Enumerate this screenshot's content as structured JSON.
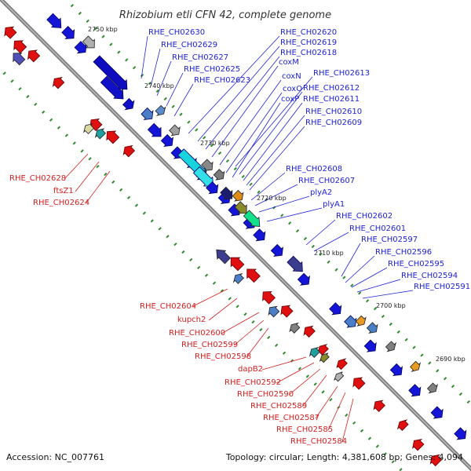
{
  "title": "Rhizobium etli CFN 42, complete genome",
  "footer": {
    "accession": "Accession: NC_007761",
    "summary": "Topology: circular; Length: 4,381,608 bp; Genes: 4,094"
  },
  "ticks": [
    "2750 kbp",
    "2740 kbp",
    "2730 kbp",
    "2720 kbp",
    "2710 kbp",
    "2700 kbp",
    "2690 kbp"
  ],
  "forward_labels": [
    "RHE_CH02630",
    "RHE_CH02629",
    "RHE_CH02627",
    "RHE_CH02625",
    "RHE_CH02623",
    "RHE_CH02620",
    "RHE_CH02619",
    "RHE_CH02618",
    "coxM",
    "coxN",
    "coxO",
    "coxP",
    "RHE_CH02613",
    "RHE_CH02612",
    "RHE_CH02611",
    "RHE_CH02610",
    "RHE_CH02609",
    "RHE_CH02608",
    "RHE_CH02607",
    "plyA2",
    "plyA1",
    "RHE_CH02602",
    "RHE_CH02601",
    "RHE_CH02597",
    "RHE_CH02596",
    "RHE_CH02595",
    "RHE_CH02594",
    "RHE_CH02591"
  ],
  "reverse_labels": [
    "RHE_CH02628",
    "ftsZ1",
    "RHE_CH02624",
    "RHE_CH02604",
    "kupch2",
    "RHE_CH02600",
    "RHE_CH02599",
    "RHE_CH02598",
    "dapB2",
    "RHE_CH02592",
    "RHE_CH02590",
    "RHE_CH02589",
    "RHE_CH02587",
    "RHE_CH02585",
    "RHE_CH02584"
  ],
  "colors": {
    "forward_label": "#1e22d6",
    "reverse_label": "#d42020",
    "backbone": "#888888",
    "tick_mark": "#2e8b2e"
  }
}
